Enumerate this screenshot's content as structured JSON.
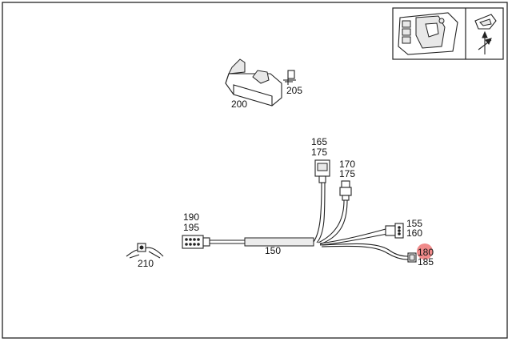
{
  "diagram": {
    "highlight_color": "#e84c4c",
    "callouts": [
      {
        "id": "c200",
        "text": "200"
      },
      {
        "id": "c205",
        "text": "205"
      },
      {
        "id": "c165",
        "text": "165"
      },
      {
        "id": "c175a",
        "text": "175"
      },
      {
        "id": "c170",
        "text": "170"
      },
      {
        "id": "c175b",
        "text": "175"
      },
      {
        "id": "c190",
        "text": "190"
      },
      {
        "id": "c195",
        "text": "195"
      },
      {
        "id": "c155",
        "text": "155"
      },
      {
        "id": "c160",
        "text": "160"
      },
      {
        "id": "c150",
        "text": "150"
      },
      {
        "id": "c180",
        "text": "180",
        "highlighted": true
      },
      {
        "id": "c185",
        "text": "185"
      },
      {
        "id": "c210",
        "text": "210"
      }
    ]
  }
}
